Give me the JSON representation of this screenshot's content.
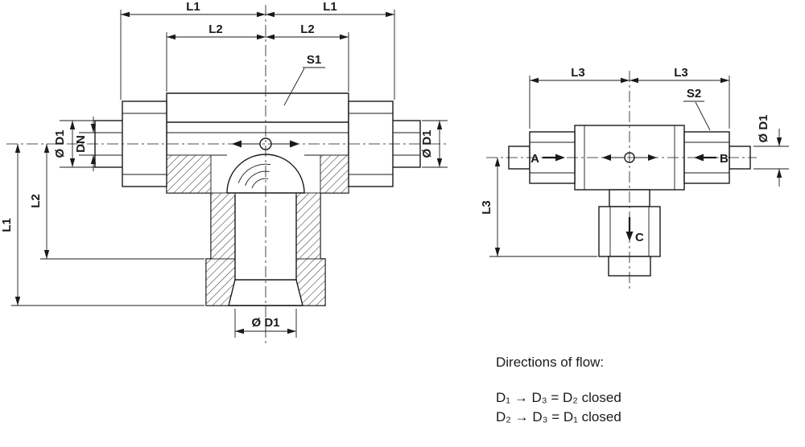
{
  "left_view": {
    "l1_top_left": "L1",
    "l1_top_right": "L1",
    "l2_top_left": "L2",
    "l2_top_right": "L2",
    "s1": "S1",
    "d1_left": "Ø D1",
    "dn": "DN",
    "l2_vertical": "L2",
    "l1_vertical": "L1",
    "d1_right": "Ø D1",
    "d1_bottom": "Ø D1"
  },
  "right_view": {
    "l3_top_left": "L3",
    "l3_top_right": "L3",
    "s2": "S2",
    "d1_right": "Ø D1",
    "l3_vertical": "L3",
    "port_a": "A",
    "port_b": "B",
    "port_c": "C"
  },
  "flow_note": {
    "heading": "Directions of flow:",
    "line1": "D₁ → D₃ = D₂ closed",
    "line2": "D₂ → D₃ = D₁ closed"
  }
}
